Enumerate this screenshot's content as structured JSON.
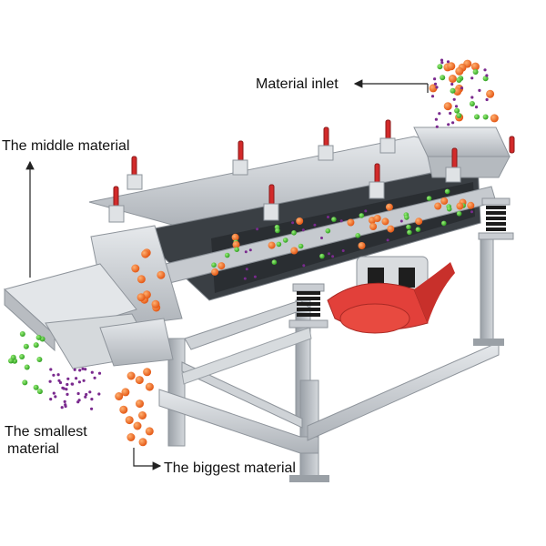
{
  "labels": {
    "material_inlet": "Material inlet",
    "middle_material": "The middle material",
    "smallest_material_line1": "The smallest",
    "smallest_material_line2": "material",
    "biggest_material": "The biggest material"
  },
  "colors": {
    "frame_steel": "#c9cdd2",
    "frame_steel_dark": "#8e949b",
    "motor_red": "#e2403a",
    "clamp_red": "#d22a2a",
    "spring_black": "#1c1c1c",
    "particle_orange": "#f2661f",
    "particle_green": "#3fbf2a",
    "particle_purple": "#7a2a8e",
    "arrow": "#222222"
  },
  "icons": {
    "machine": "linear-vibrating-screen",
    "inlet_arrow": "arrow-left",
    "middle_arrow": "arrow-up",
    "biggest_arrow": "arrow-right"
  }
}
